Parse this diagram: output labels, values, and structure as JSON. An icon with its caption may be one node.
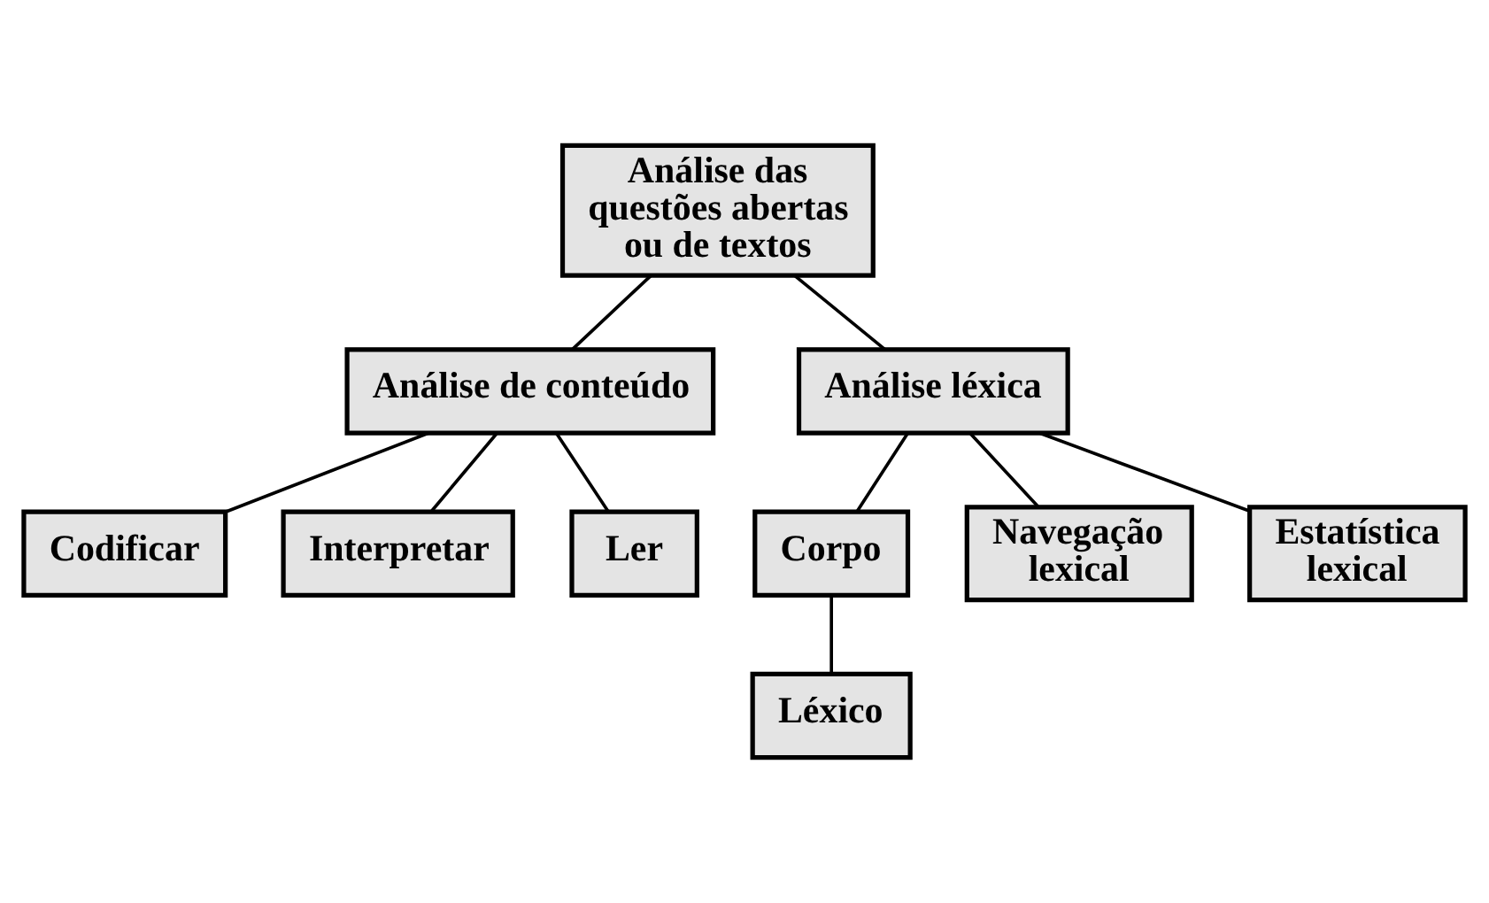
{
  "diagram": {
    "nodes": [
      {
        "text": [
          "Análise das questões abertas ou de textos"
        ]
      },
      {
        "text": [
          "Análise de conteúdo"
        ]
      },
      {
        "text": [
          "Análise léxica"
        ]
      },
      {
        "text": [
          "Codificar"
        ]
      },
      {
        "text": [
          "Interpretar"
        ]
      },
      {
        "text": [
          "Ler"
        ]
      },
      {
        "text": [
          "Corpo"
        ]
      },
      {
        "text": [
          "Léxico"
        ]
      },
      {
        "text": [
          "Navegação lexical"
        ]
      },
      {
        "text": [
          "Estatística lexical"
        ]
      }
    ],
    "edges": [
      {
        "from": 0,
        "to": 1,
        "arrow": "none"
      },
      {
        "from": 0,
        "to": 2,
        "arrow": "none"
      },
      {
        "from": 1,
        "to": 3,
        "arrow": "none"
      },
      {
        "from": 1,
        "to": 4,
        "arrow": "none"
      },
      {
        "from": 1,
        "to": 5,
        "arrow": "none"
      },
      {
        "from": 2,
        "to": 6,
        "arrow": "none"
      },
      {
        "from": 6,
        "to": 7,
        "arrow": "none"
      },
      {
        "from": 2,
        "to": 8,
        "arrow": "none"
      },
      {
        "from": 2,
        "to": 9,
        "arrow": "none"
      }
    ]
  }
}
